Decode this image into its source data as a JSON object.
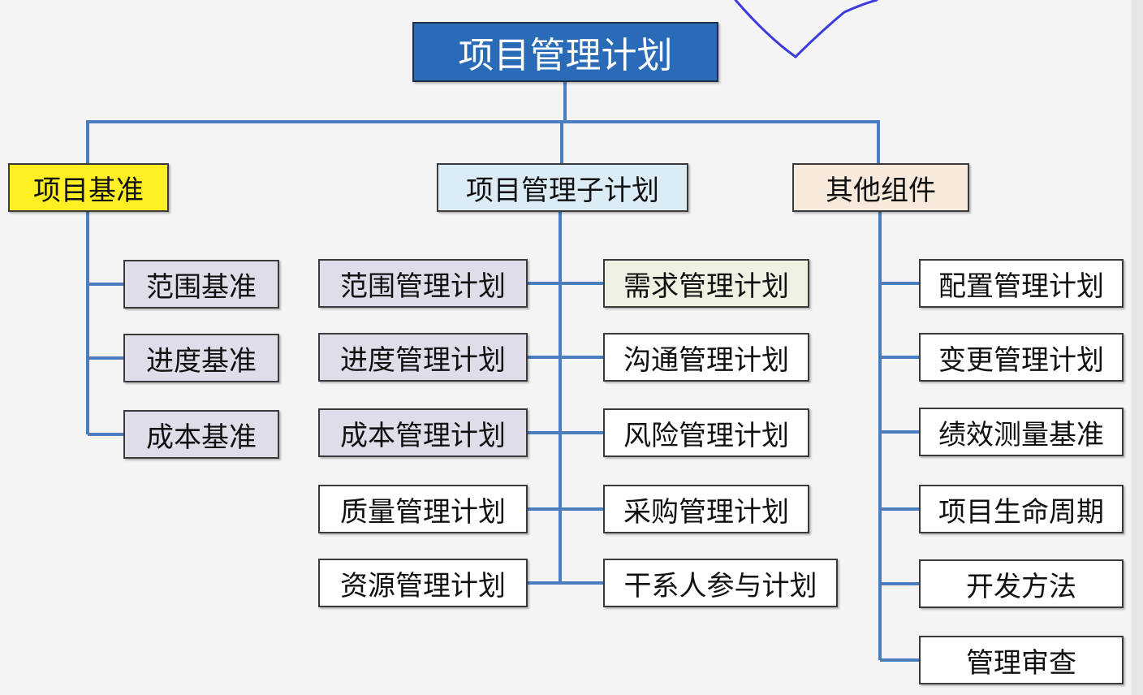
{
  "root": "项目管理计划",
  "categories": {
    "baseline": "项目基准",
    "subplans": "项目管理子计划",
    "other": "其他组件"
  },
  "baseline_items": [
    "范围基准",
    "进度基准",
    "成本基准"
  ],
  "subplans_left": [
    "范围管理计划",
    "进度管理计划",
    "成本管理计划",
    "质量管理计划",
    "资源管理计划"
  ],
  "subplans_right": [
    "需求管理计划",
    "沟通管理计划",
    "风险管理计划",
    "采购管理计划",
    "干系人参与计划"
  ],
  "other_items": [
    "配置管理计划",
    "变更管理计划",
    "绩效测量基准",
    "项目生命周期",
    "开发方法",
    "管理审查"
  ],
  "colors": {
    "root_fill": "#2a6bb8",
    "baseline_fill": "#ffee22",
    "subplans_fill": "#dcecf6",
    "other_fill": "#f7e9dc",
    "connector": "#4a7ec0",
    "annotation_stroke": "#3b3be0"
  }
}
